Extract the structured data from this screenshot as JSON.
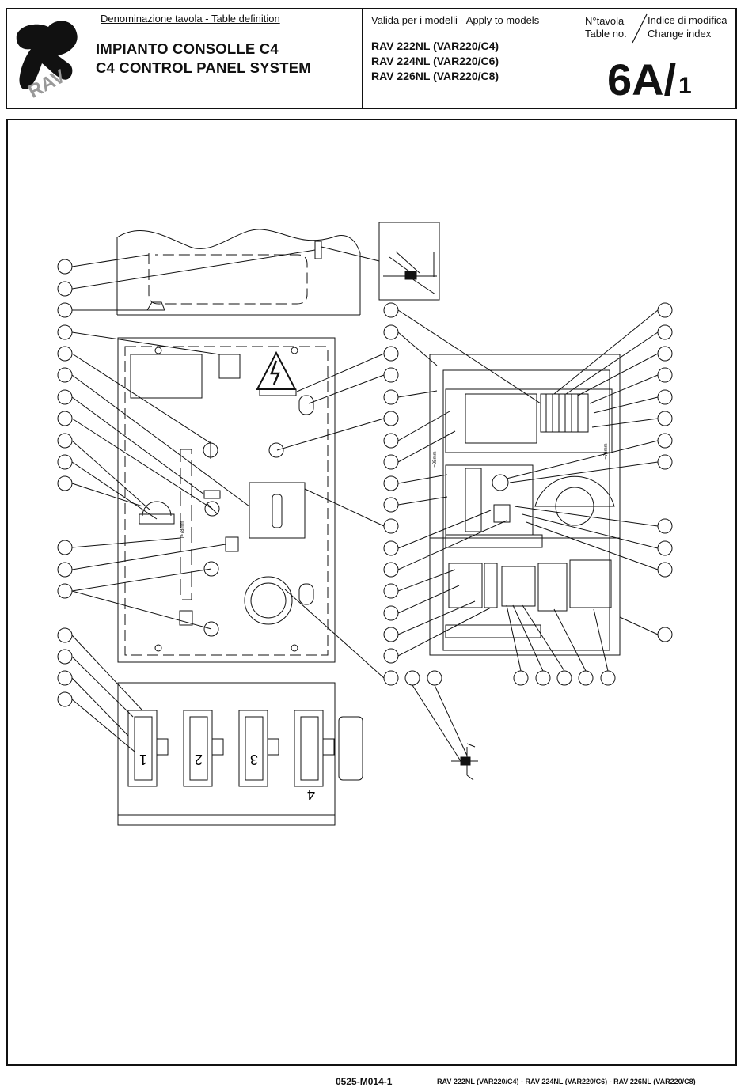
{
  "header": {
    "logo_text": "RAV",
    "table_definition_label": "Denominazione tavola - Table definition",
    "title_it": "IMPIANTO CONSOLLE C4",
    "title_en": "C4 CONTROL PANEL SYSTEM",
    "models_label": "Valida per i modelli - Apply to models",
    "models": [
      "RAV 222NL (VAR220/C4)",
      "RAV 224NL (VAR220/C6)",
      "RAV 226NL (VAR220/C8)"
    ],
    "table_no_label_it": "N°tavola",
    "table_no_label_en": "Table no.",
    "change_index_label_it": "Indice di modifica",
    "change_index_label_en": "Change index",
    "table_number": "6A/",
    "change_index": "1"
  },
  "drawing": {
    "connector_numbers": [
      "1",
      "2",
      "3",
      "4"
    ],
    "dimension_label_1": "l=78mm",
    "dimension_label_2": "l=95mm",
    "dimension_label_3": "l=76mm"
  },
  "footer": {
    "code": "0525-M014-1",
    "models": "RAV 222NL (VAR220/C4) - RAV 224NL (VAR220/C6) - RAV 226NL (VAR220/C8)"
  }
}
